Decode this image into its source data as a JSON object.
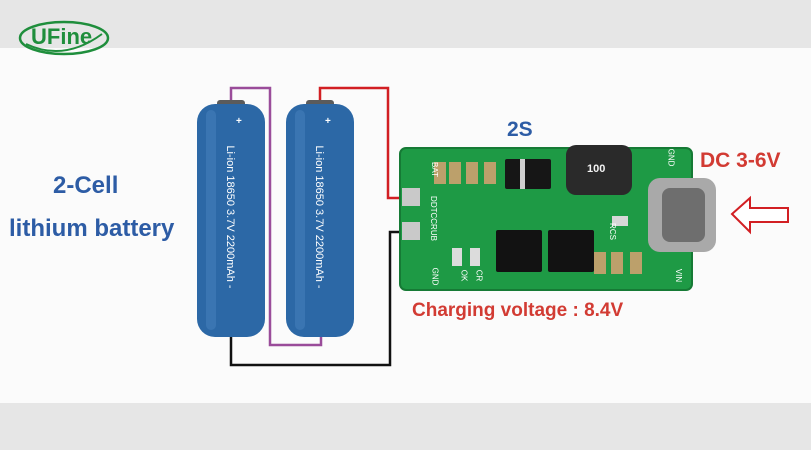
{
  "brand": {
    "logo_text": "UFine"
  },
  "title": "2S",
  "battery_label": {
    "line1": "2-Cell",
    "line2": "lithium battery"
  },
  "input_label": "DC 3-6V",
  "output_label": "Charging voltage : 8.4V",
  "cells": [
    {
      "plus": "+",
      "text": "Li-ion 18650 3.7V 2200mAh -"
    },
    {
      "plus": "+",
      "text": "Li-ion 18650 3.7V 2200mAh -"
    }
  ],
  "pcb": {
    "inductor_value": "100",
    "silk": {
      "bat": "BAT",
      "gnd_left": "GND",
      "gnd_right": "GND",
      "vin": "VIN",
      "model": "DDTCCRUB",
      "rcs": "RCS",
      "ok": "OK",
      "cr": "CR"
    }
  },
  "colors": {
    "cell": "#2c68a6",
    "pcb": "#1e9a45",
    "wire_red": "#d21f23",
    "wire_black": "#111111",
    "wire_purple": "#9a4c9a",
    "text_blue": "#2d5ca5",
    "text_red": "#d23b33"
  }
}
